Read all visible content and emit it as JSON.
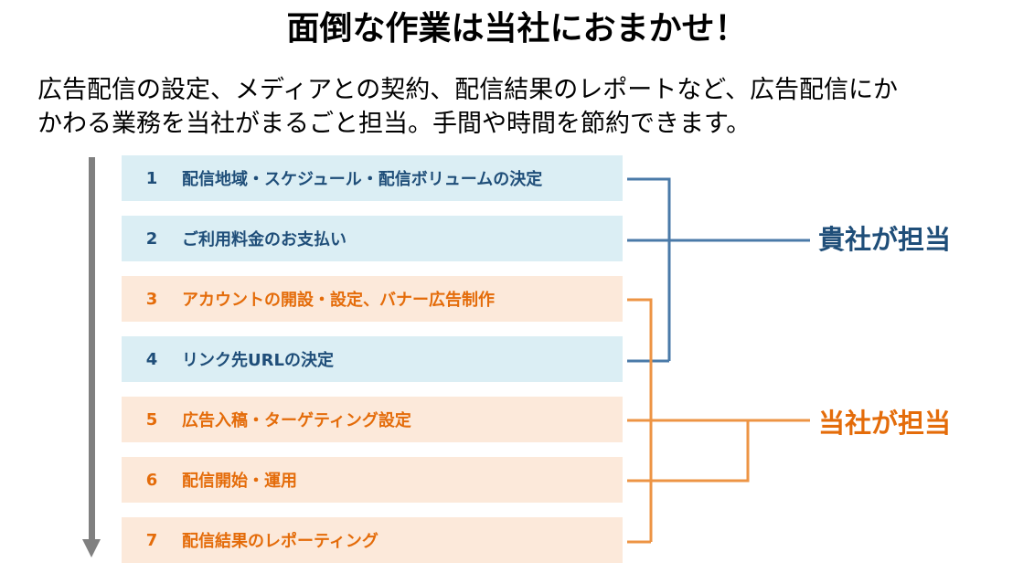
{
  "title": "面倒な作業は当社におまかせ！",
  "intro": {
    "line1": "広告配信の設定、メディアとの契約、配信結果のレポートなど、広告配信にか",
    "line2": "かわる業務を当社がまるごと担当。手間や時間を節約できます。"
  },
  "steps": [
    {
      "number": "1",
      "label": "配信地域・スケジュール・配信ボリュームの決定",
      "owner": "client"
    },
    {
      "number": "2",
      "label": "ご利用料金のお支払い",
      "owner": "client"
    },
    {
      "number": "3",
      "label": "アカウントの開設・設定、バナー広告制作",
      "owner": "us"
    },
    {
      "number": "4",
      "label": "リンク先URLの決定",
      "owner": "client"
    },
    {
      "number": "5",
      "label": "広告入稿・ターゲティング設定",
      "owner": "us"
    },
    {
      "number": "6",
      "label": "配信開始・運用",
      "owner": "us"
    },
    {
      "number": "7",
      "label": "配信結果のレポーティング",
      "owner": "us"
    }
  ],
  "owners": {
    "client": {
      "label": "貴社が担当",
      "color": "#1f4e79",
      "bracket_color": "#4a7aa8",
      "box_color": "#dbeef4"
    },
    "us": {
      "label": "当社が担当",
      "color": "#e46c0a",
      "bracket_color": "#ed9444",
      "box_color": "#fce9da"
    }
  },
  "flow_arrow_color": "#808080"
}
